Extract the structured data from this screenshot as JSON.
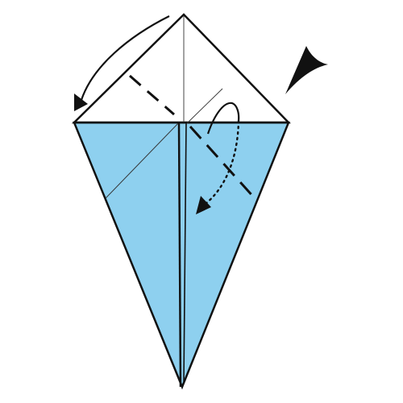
{
  "diagram": {
    "kind": "origami fold instruction step",
    "colors": {
      "background": "#ffffff",
      "paper_color_side": "#8ed0ef",
      "paper_white_side": "#ffffff",
      "outline": "#111111",
      "crease": "#222222",
      "arrow": "#111111"
    },
    "elements": {
      "paper_shape": "kite",
      "top_flap": "white triangle",
      "fold_lines": [
        "valley-fold-line-left",
        "valley-fold-line-right"
      ],
      "arrows": [
        "fold-arrow-left",
        "fold-under-arrow-right",
        "push-arrow"
      ]
    }
  }
}
